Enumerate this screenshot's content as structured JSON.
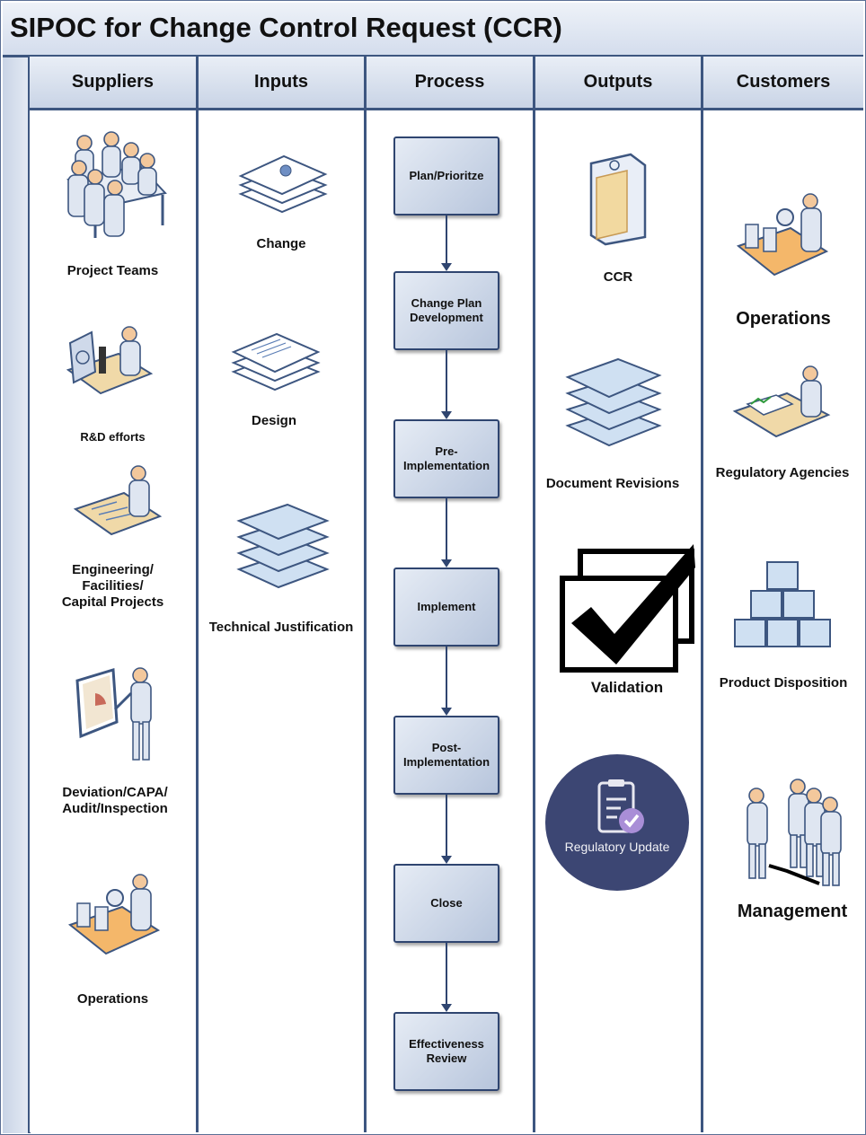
{
  "title": "SIPOC for Change Control Request (CCR)",
  "lanes": {
    "suppliers": "Suppliers",
    "inputs": "Inputs",
    "process": "Process",
    "outputs": "Outputs",
    "customers": "Customers"
  },
  "suppliers": {
    "project_teams": "Project Teams",
    "rd_efforts": "R&D efforts",
    "engineering": [
      "Engineering/",
      "Facilities/",
      "Capital Projects"
    ],
    "deviation": [
      "Deviation/CAPA/",
      "Audit/Inspection"
    ],
    "operations": "Operations"
  },
  "inputs": {
    "change": "Change",
    "design": "Design",
    "technical_justification": "Technical Justification"
  },
  "process_steps": [
    [
      "Plan/Prioritze"
    ],
    [
      "Change Plan",
      "Development"
    ],
    [
      "Pre-",
      "Implementation"
    ],
    [
      "Implement"
    ],
    [
      "Post-",
      "Implementation"
    ],
    [
      "Close"
    ],
    [
      "Effectiveness",
      "Review"
    ]
  ],
  "outputs": {
    "ccr": "CCR",
    "document_revisions": "Document Revisions",
    "validation": "Validation",
    "regulatory_update": "Regulatory Update"
  },
  "customers": {
    "operations": "Operations",
    "regulatory_agencies": "Regulatory Agencies",
    "product_disposition": "Product Disposition",
    "management": "Management"
  }
}
